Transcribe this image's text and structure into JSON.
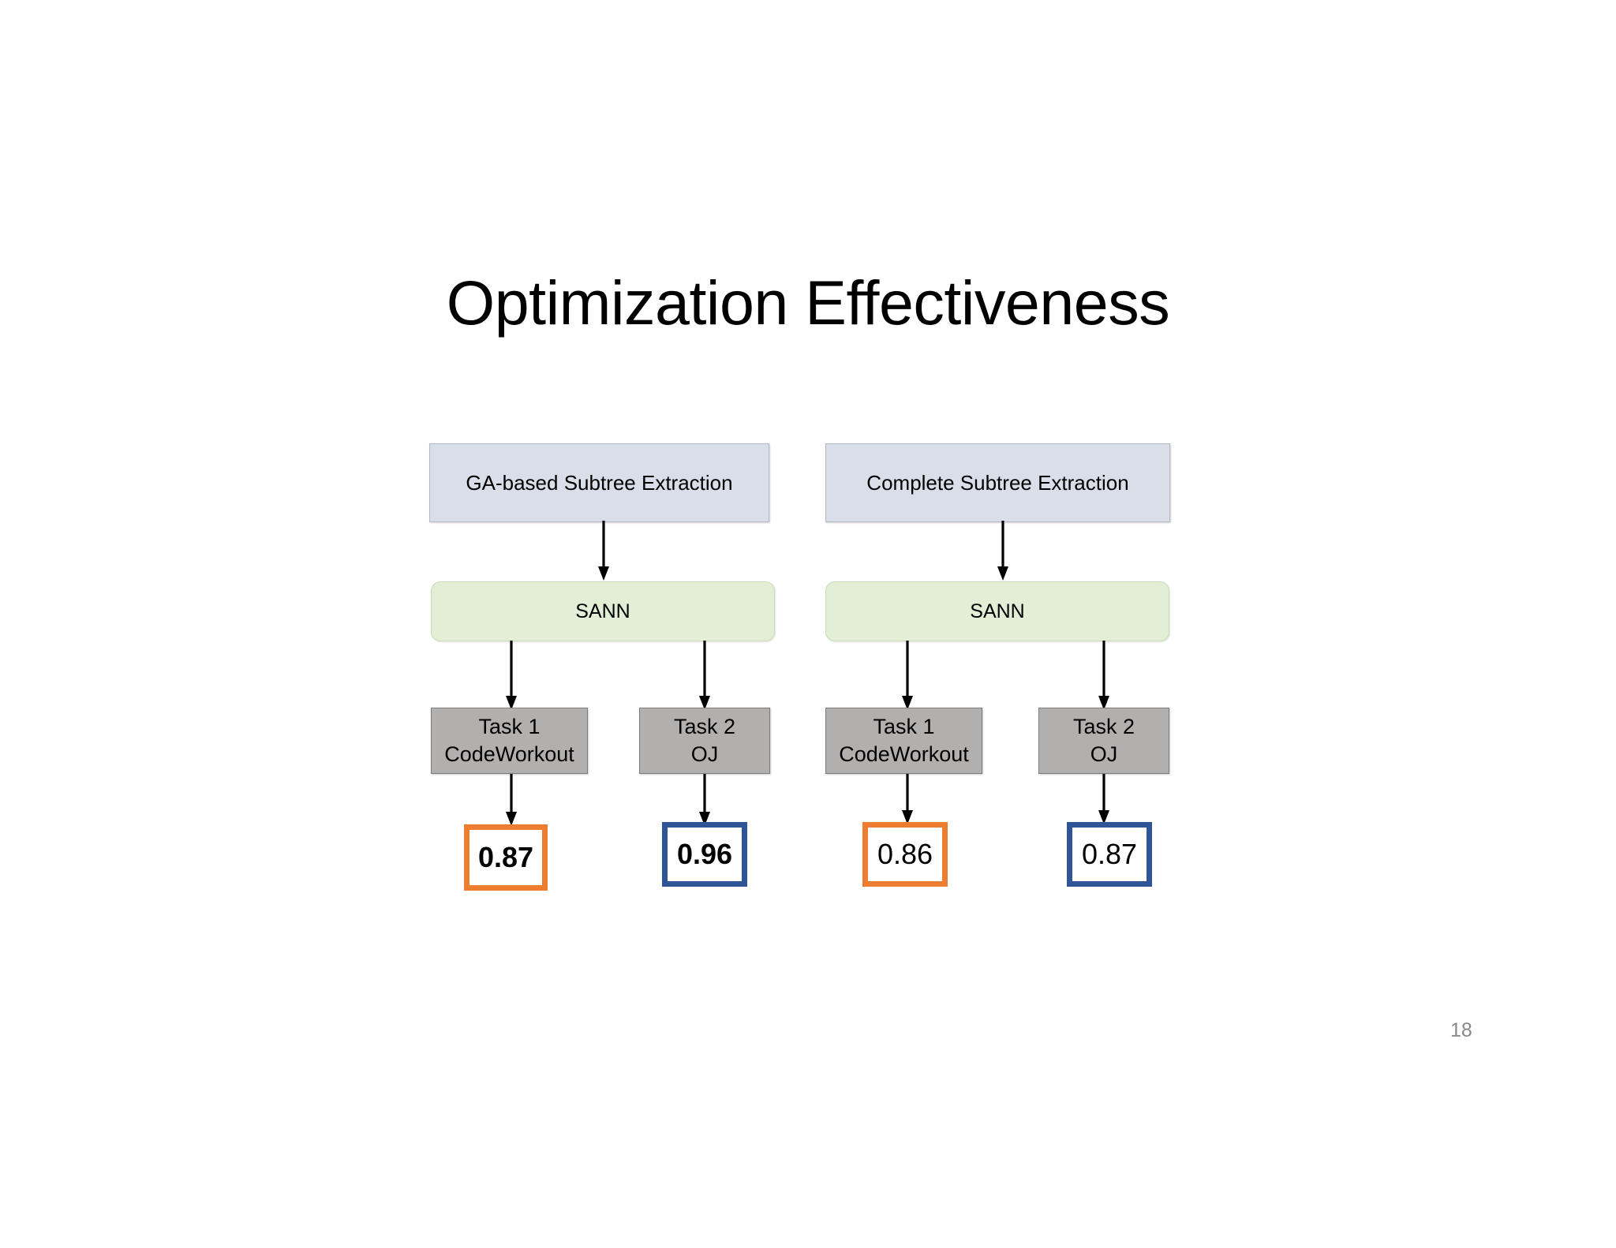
{
  "slide": {
    "title": "Optimization Effectiveness",
    "page_number": "18",
    "background_color": "#ffffff"
  },
  "palette": {
    "source_fill": "#d9dee8",
    "source_border": "#b2b8c4",
    "model_fill": "#e2eed5",
    "model_border": "#cbdcb8",
    "task_fill": "#b2afaf",
    "task_border": "#7c7c7c",
    "orange_accent": "#ed7d31",
    "blue_accent": "#2f5597",
    "page_number_color": "#898989",
    "connector_color": "#000000"
  },
  "diagram": {
    "groups": [
      {
        "id": "ga-based",
        "source_label": "GA-based Subtree Extraction",
        "model_label": "SANN",
        "tasks": [
          {
            "id": "task-1-codeworkout",
            "title": "Task 1",
            "subtitle": "CodeWorkout",
            "score": "0.87",
            "score_color": "#ed7d31",
            "score_bold": true
          },
          {
            "id": "task-2-oj",
            "title": "Task 2",
            "subtitle": "OJ",
            "score": "0.96",
            "score_color": "#2f5597",
            "score_bold": true
          }
        ]
      },
      {
        "id": "complete",
        "source_label": "Complete Subtree Extraction",
        "model_label": "SANN",
        "tasks": [
          {
            "id": "task-1-codeworkout",
            "title": "Task 1",
            "subtitle": "CodeWorkout",
            "score": "0.86",
            "score_color": "#ed7d31",
            "score_bold": false
          },
          {
            "id": "task-2-oj",
            "title": "Task 2",
            "subtitle": "OJ",
            "score": "0.87",
            "score_color": "#2f5597",
            "score_bold": false
          }
        ]
      }
    ]
  },
  "chart_data": {
    "type": "table",
    "title": "Optimization Effectiveness",
    "categories": [
      "Task 1 CodeWorkout",
      "Task 2 OJ"
    ],
    "series": [
      {
        "name": "GA-based Subtree Extraction",
        "values": [
          0.87,
          0.96
        ]
      },
      {
        "name": "Complete Subtree Extraction",
        "values": [
          0.86,
          0.87
        ]
      }
    ],
    "xlabel": "",
    "ylabel": "",
    "ylim": [
      0,
      1
    ]
  }
}
